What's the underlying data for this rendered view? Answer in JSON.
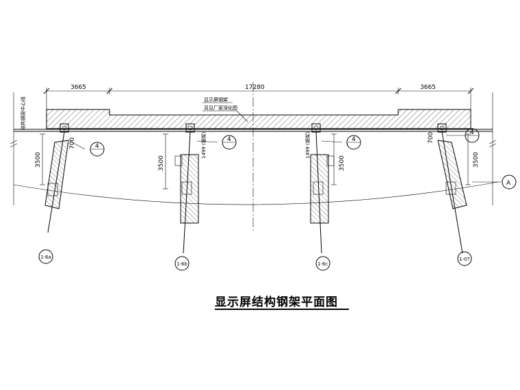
{
  "drawing": {
    "title": "显示屏结构钢架平面图",
    "dimensions": {
      "left_span": "3665",
      "middle_span": "17280",
      "right_span": "3665",
      "offset_700": "700",
      "height_3500": "3500",
      "offset_1499": "1499 (钢架)"
    },
    "notes": {
      "axis_label": "结构钢梁中心线",
      "screen_frame": "显示屏钢架",
      "vendor_note": "另见厂家深化图"
    },
    "detail_callout": {
      "number": "4",
      "sheet": "—"
    },
    "grid_bubbles": [
      "1-6a",
      "1-6b",
      "1-6c",
      "1-07"
    ],
    "axis_bubble": "A"
  }
}
